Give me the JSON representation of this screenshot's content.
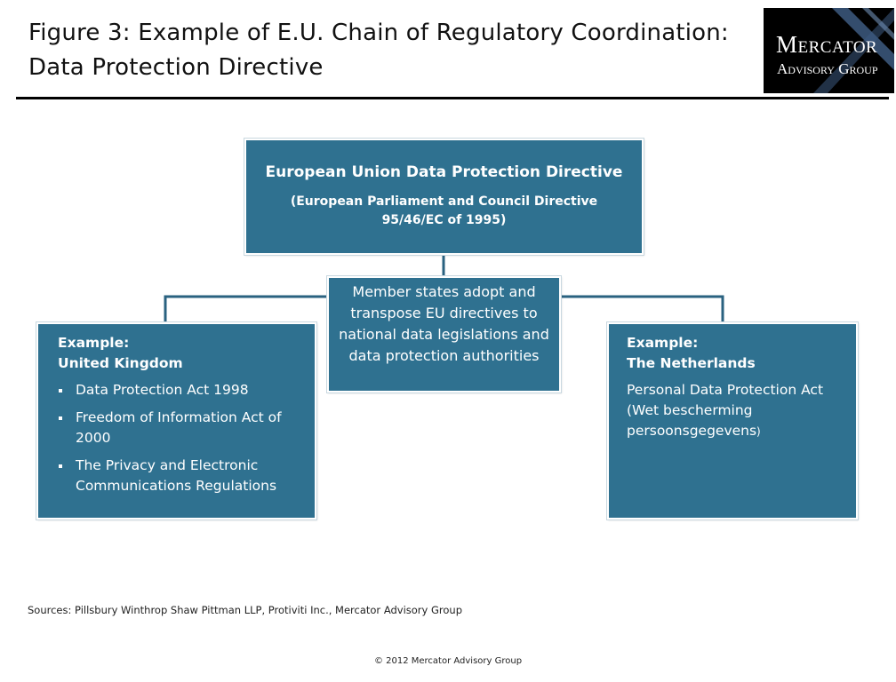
{
  "header": {
    "title_line1": "Figure 3: Example of E.U. Chain of Regulatory Coordination:",
    "title_line2": "Data Protection Directive"
  },
  "logo": {
    "line1": "Mercator",
    "line2": "Advisory Group",
    "background": "#000000",
    "accent": "#3d5a80"
  },
  "diagram": {
    "top": {
      "heading": "European Union Data Protection Directive",
      "subheading": "(European Parliament and Council Directive 95/46/EC of 1995)"
    },
    "middle": {
      "text": "Member states adopt and transpose EU directives to national data legislations and data protection authorities"
    },
    "left": {
      "label": "Example:",
      "country": "United Kingdom",
      "items": [
        "Data Protection Act 1998",
        "Freedom of Information Act of 2000",
        "The Privacy and Electronic Communications Regulations"
      ]
    },
    "right": {
      "label": "Example:",
      "country": "The Netherlands",
      "body_main": "Personal Data Protection Act (Wet bescherming persoonsgegevens",
      "body_tail": ")"
    },
    "box_color": "#2f7190",
    "connector_color": "#2a6280"
  },
  "footer": {
    "sources": "Sources: Pillsbury Winthrop Shaw Pittman LLP, Protiviti Inc., Mercator Advisory Group",
    "copyright": "© 2012 Mercator Advisory Group"
  }
}
